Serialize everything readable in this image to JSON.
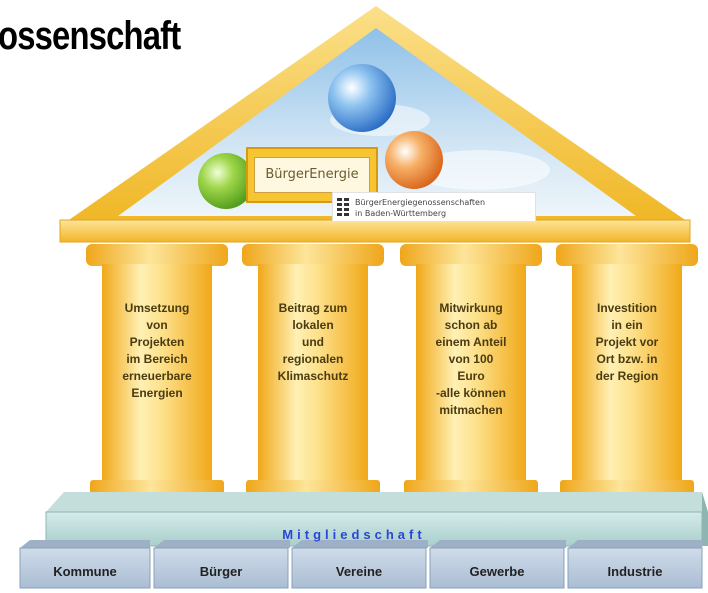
{
  "header": {
    "title": "ossenschaft"
  },
  "logo": {
    "label": "BürgerEnergie"
  },
  "association": {
    "line1": "BürgerEnergiegenossenschaften",
    "line2": "in Baden-Württemberg"
  },
  "pillars": [
    {
      "lines": [
        "Umsetzung",
        "von",
        "Projekten",
        "im Bereich",
        "erneuerbare",
        "Energien"
      ]
    },
    {
      "lines": [
        "Beitrag zum",
        "lokalen",
        "und",
        "regionalen",
        "Klimaschutz"
      ]
    },
    {
      "lines": [
        "Mitwirkung",
        "schon ab",
        "einem Anteil",
        "von 100",
        "Euro",
        "-alle können",
        "mitmachen"
      ]
    },
    {
      "lines": [
        "Investition",
        "in ein",
        "Projekt vor",
        "Ort bzw. in",
        "der Region"
      ]
    }
  ],
  "membership": {
    "label": "Mitgliedschaft"
  },
  "base": [
    "Kommune",
    "Bürger",
    "Vereine",
    "Gewerbe",
    "Industrie"
  ],
  "colors": {
    "pillar": "#f8c53a",
    "foundation": "#b5d5d3",
    "membership_text": "#2b45d8"
  }
}
